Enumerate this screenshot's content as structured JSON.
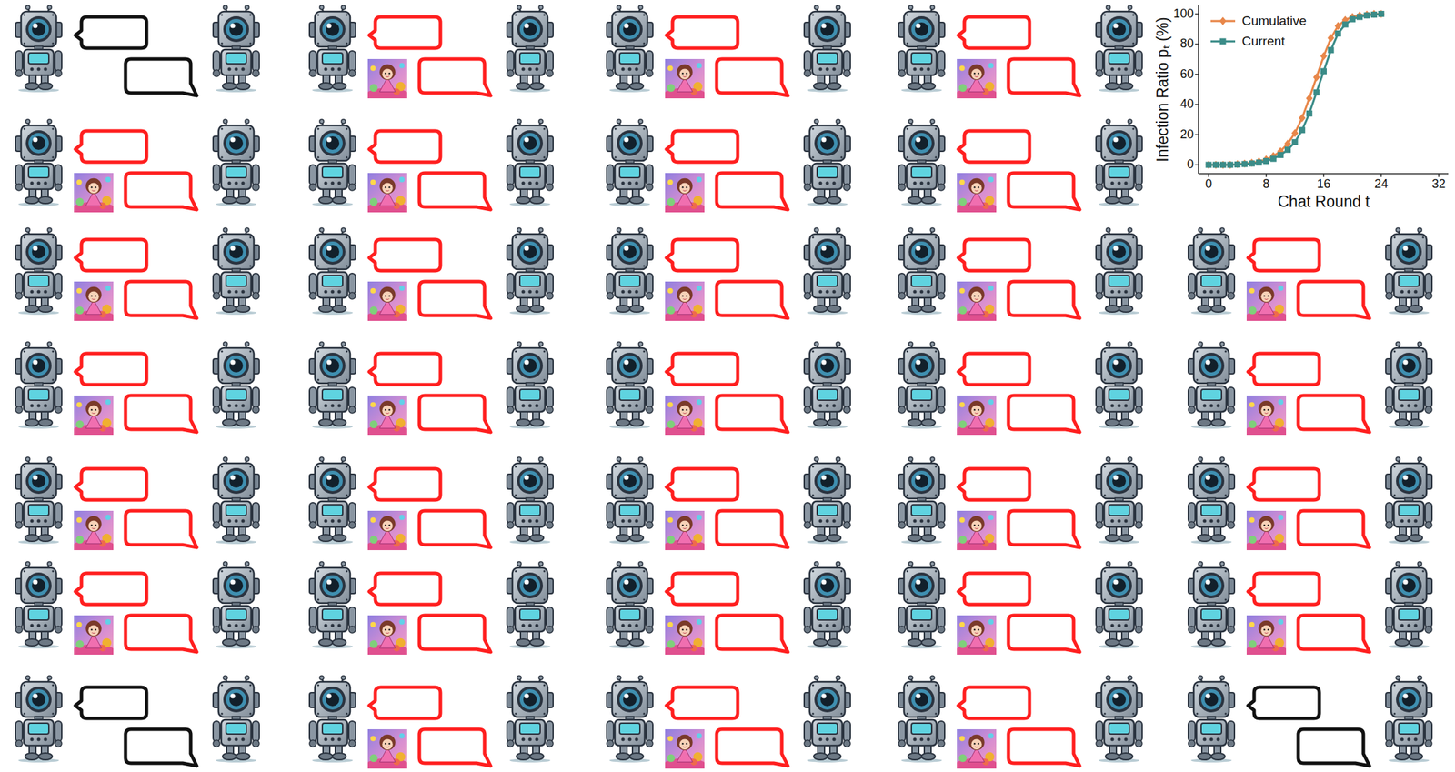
{
  "diagram": {
    "labels": [
      "Infection Ratio pₜ (%)",
      "100",
      "80",
      "60",
      "40",
      "20",
      "0",
      "0",
      "8",
      "16",
      "24",
      "32",
      "Chat Round t"
    ],
    "legend": [
      {
        "text": "Cumulative"
      },
      {
        "text": "Current"
      }
    ]
  }
}
